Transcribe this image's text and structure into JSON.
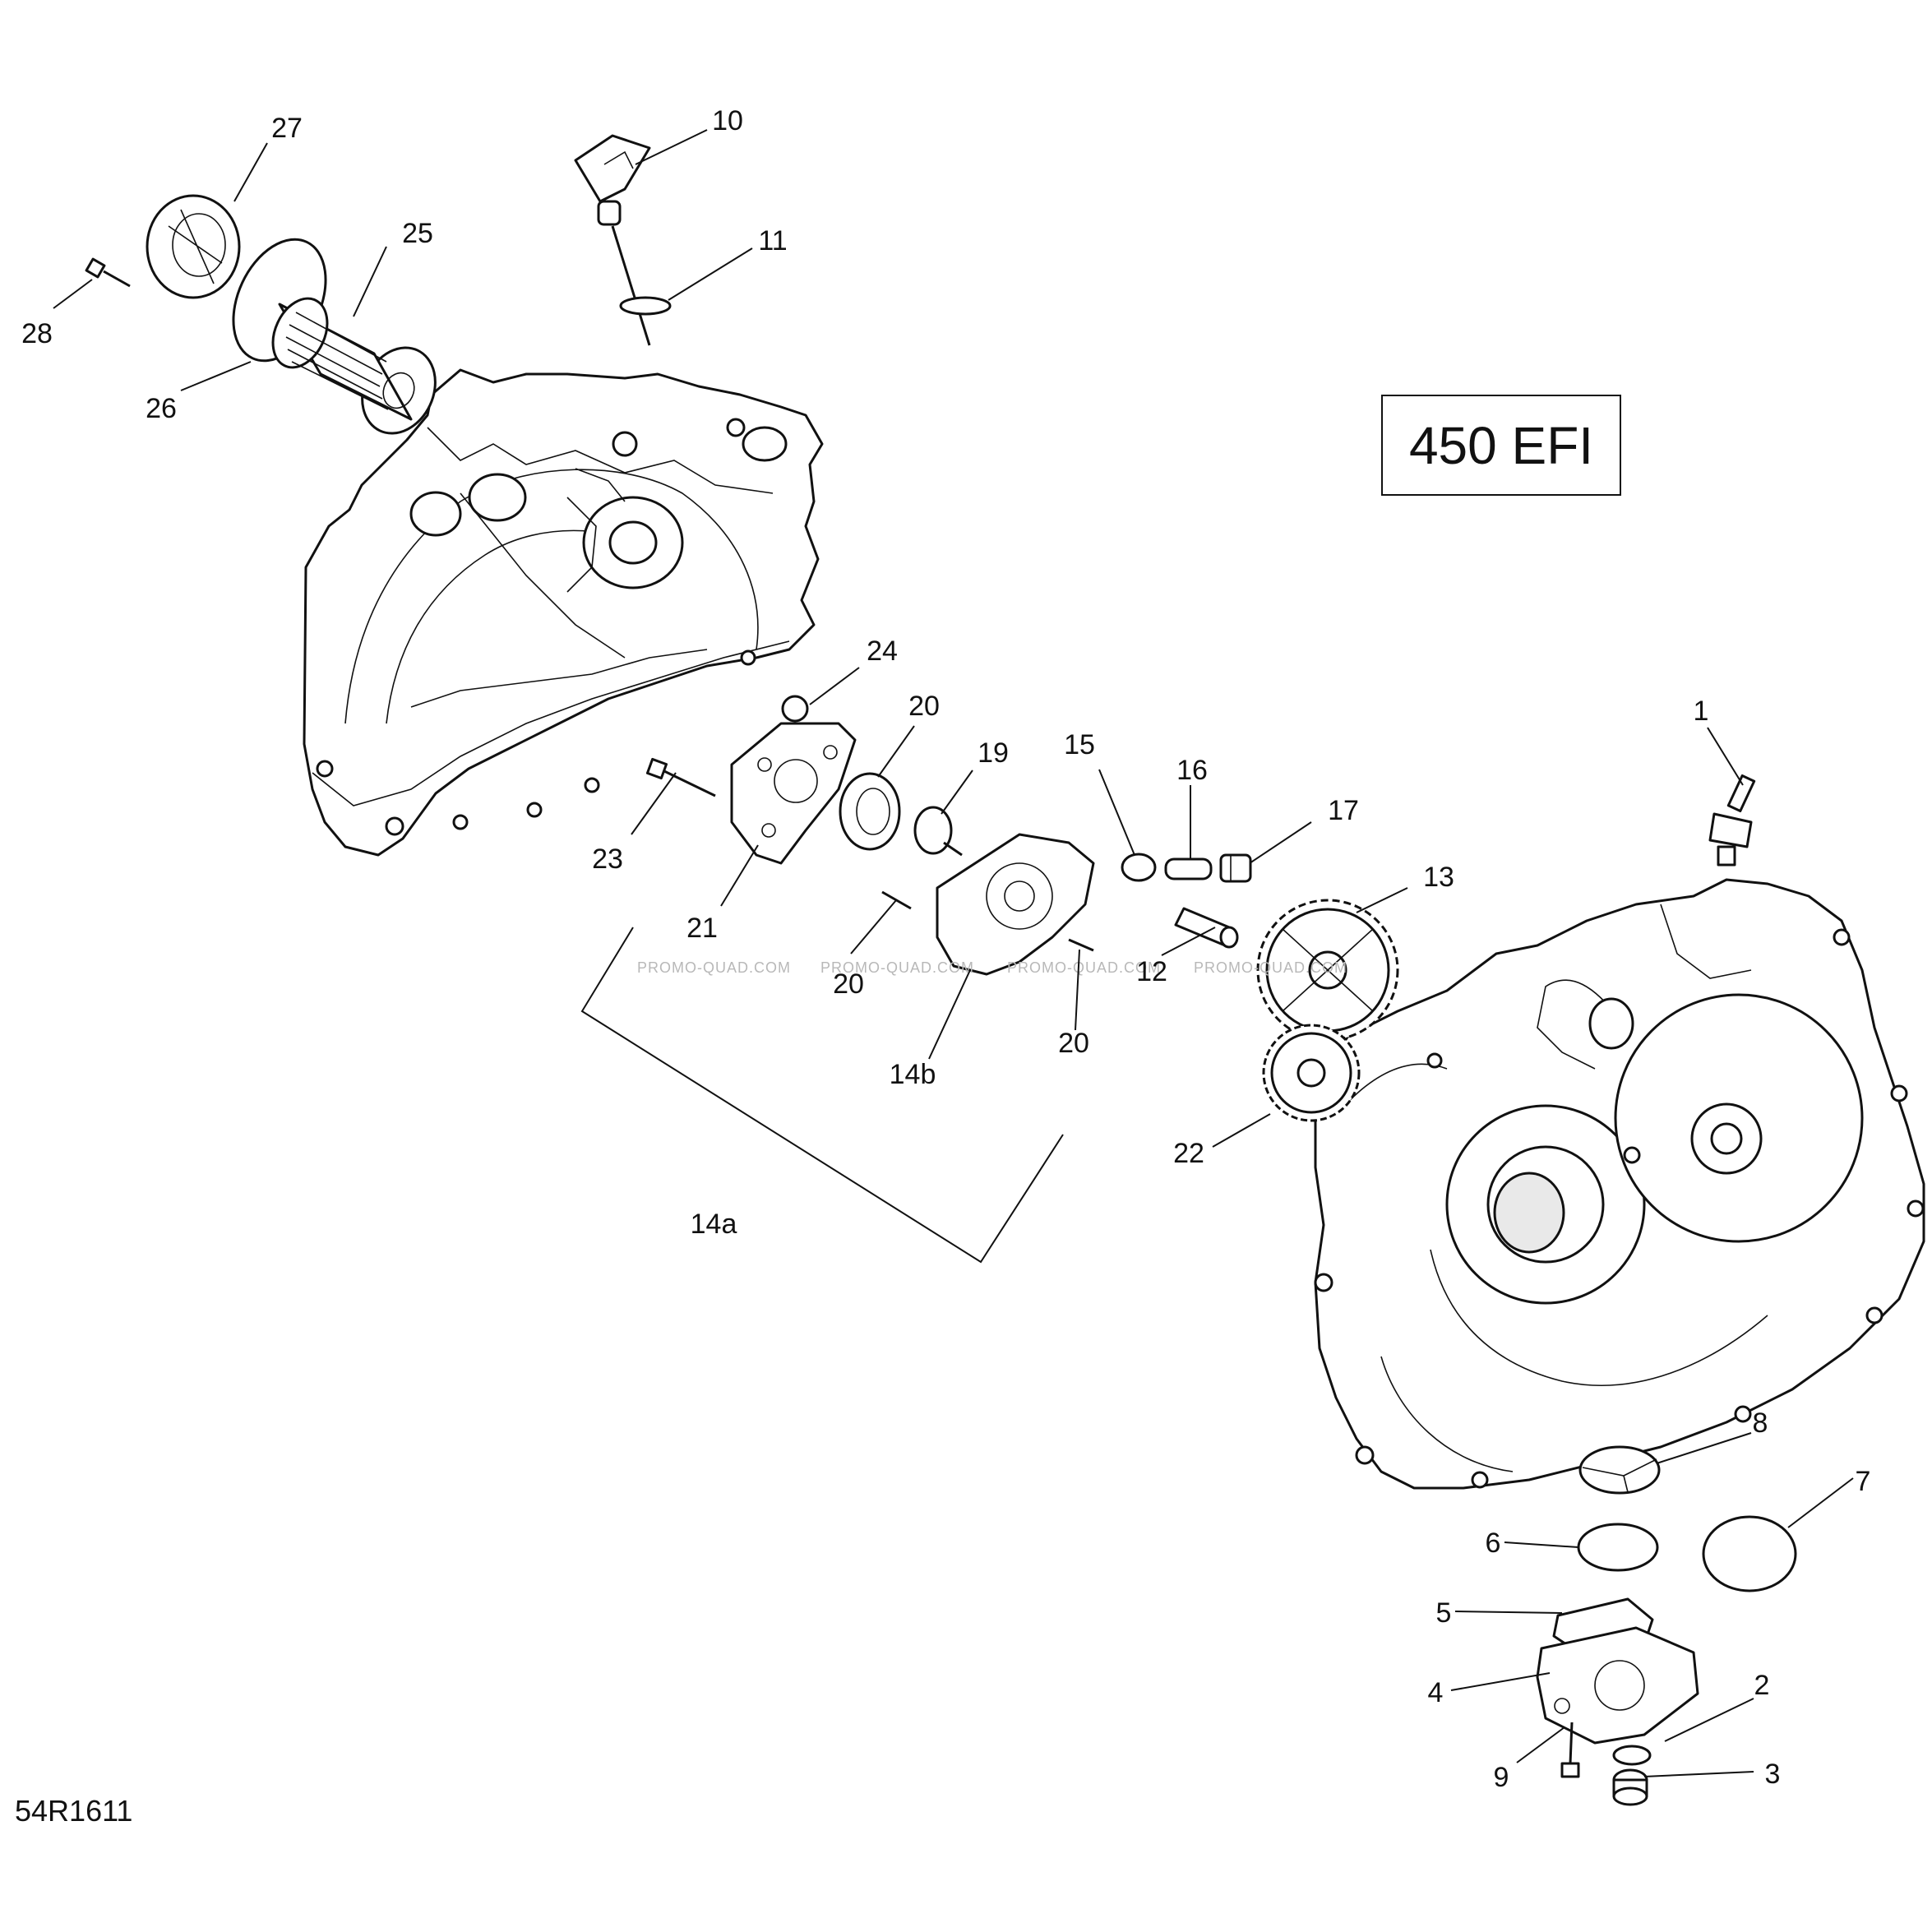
{
  "diagram": {
    "model_label": "450 EFI",
    "drawing_code": "54R1611",
    "watermark": "PROMO-QUAD.COM",
    "callouts": [
      {
        "id": "c1",
        "label": "1"
      },
      {
        "id": "c2",
        "label": "2"
      },
      {
        "id": "c3",
        "label": "3"
      },
      {
        "id": "c4",
        "label": "4"
      },
      {
        "id": "c5",
        "label": "5"
      },
      {
        "id": "c6",
        "label": "6"
      },
      {
        "id": "c7",
        "label": "7"
      },
      {
        "id": "c8",
        "label": "8"
      },
      {
        "id": "c9",
        "label": "9"
      },
      {
        "id": "c10",
        "label": "10"
      },
      {
        "id": "c11",
        "label": "11"
      },
      {
        "id": "c12",
        "label": "12"
      },
      {
        "id": "c13",
        "label": "13"
      },
      {
        "id": "c14a",
        "label": "14a"
      },
      {
        "id": "c14b",
        "label": "14b"
      },
      {
        "id": "c15",
        "label": "15"
      },
      {
        "id": "c16",
        "label": "16"
      },
      {
        "id": "c17",
        "label": "17"
      },
      {
        "id": "c19",
        "label": "19"
      },
      {
        "id": "c20a",
        "label": "20"
      },
      {
        "id": "c20b",
        "label": "20"
      },
      {
        "id": "c20c",
        "label": "20"
      },
      {
        "id": "c21",
        "label": "21"
      },
      {
        "id": "c22",
        "label": "22"
      },
      {
        "id": "c23",
        "label": "23"
      },
      {
        "id": "c24",
        "label": "24"
      },
      {
        "id": "c25",
        "label": "25"
      },
      {
        "id": "c26",
        "label": "26"
      },
      {
        "id": "c27",
        "label": "27"
      },
      {
        "id": "c28",
        "label": "28"
      }
    ]
  }
}
